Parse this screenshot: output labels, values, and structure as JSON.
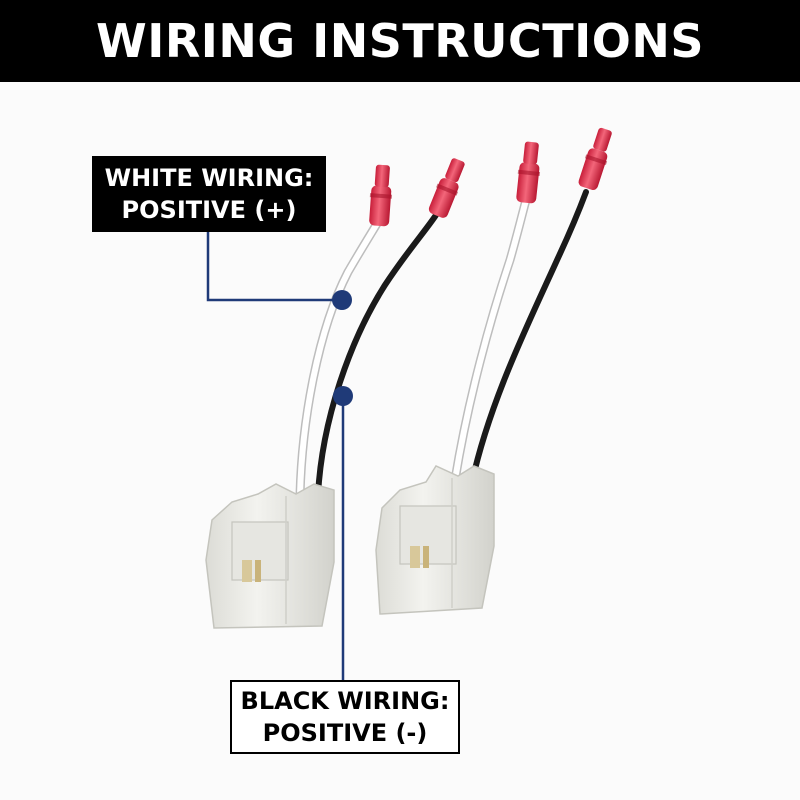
{
  "header": {
    "title": "WIRING INSTRUCTIONS"
  },
  "labels": {
    "white_wiring": {
      "line1": "WHITE WIRING:",
      "line2": "POSITIVE (+)"
    },
    "black_wiring": {
      "line1": "BLACK WIRING:",
      "line2": "POSITIVE (-)"
    }
  },
  "colors": {
    "banner": "#000000",
    "callout_line": "#1f3a78",
    "callout_dot": "#1f3a78",
    "terminal_red": "#e8364f",
    "wire_white": "#ffffff",
    "wire_black": "#1a1a1a",
    "connector": "#ecece8"
  }
}
